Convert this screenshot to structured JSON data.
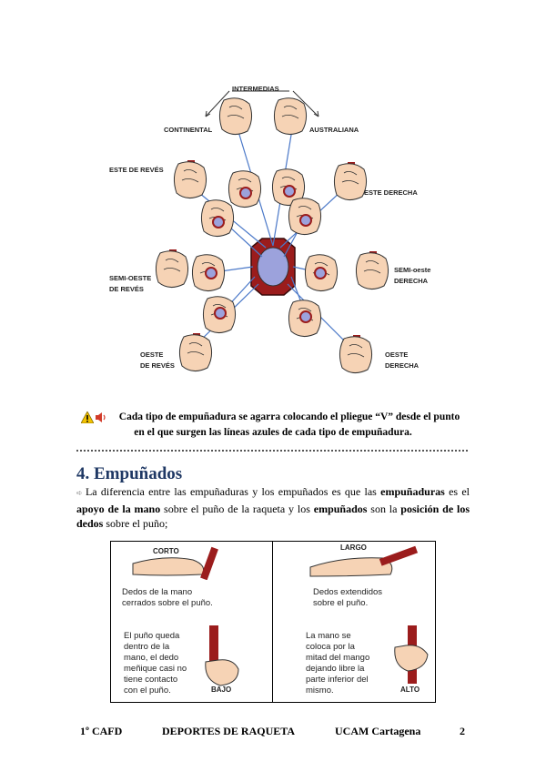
{
  "diagram": {
    "labels": {
      "intermedias": "INTERMEDIAS",
      "continental": "CONTINENTAL",
      "australiana": "AUSTRALIANA",
      "este_reves": "ESTE DE REVÉS",
      "este_derecha": "ESTE DERECHA",
      "semi_oeste_reves_1": "SEMI-OESTE",
      "semi_oeste_reves_2": "DE REVÉS",
      "semi_oeste_derecha_1": "SEMI-oeste",
      "semi_oeste_derecha_2": "DERECHA",
      "oeste_reves_1": "OESTE",
      "oeste_reves_2": "DE REVÉS",
      "oeste_derecha_1": "OESTE",
      "oeste_derecha_2": "DERECHA"
    }
  },
  "note": {
    "line1": "Cada tipo de empuñadura se agarra colocando el pliegue “V” desde el punto",
    "line2": "en el que surgen las líneas azules de cada tipo de empuñadura."
  },
  "section": {
    "title": "4. Empuñados",
    "para": {
      "t1": "La diferencia entre las empuñaduras y los empuñados es que las ",
      "b1": "empuñaduras",
      "t2": " es el ",
      "b2": "apoyo de la mano",
      "t3": " sobre el puño de la raqueta y los ",
      "b3": "empuñados",
      "t4": " son la ",
      "b4": "posición de los dedos",
      "t5": " sobre el puño;"
    }
  },
  "table": {
    "left": {
      "tag_top": "CORTO",
      "text_top_1": "Dedos de la mano",
      "text_top_2": "cerrados sobre el puño.",
      "text_bottom": [
        "El puño queda",
        "dentro de la",
        "mano, el dedo",
        "meñique casi no",
        "tiene contacto",
        "con el puño."
      ],
      "tag_bottom": "BAJO"
    },
    "right": {
      "tag_top": "LARGO",
      "text_top_1": "Dedos extendidos",
      "text_top_2": "sobre el puño.",
      "text_bottom": [
        "La mano se",
        "coloca por la",
        "mitad del mango",
        "dejando libre la",
        "parte inferior del",
        "mismo."
      ],
      "tag_bottom": "ALTO"
    }
  },
  "footer": {
    "course": "1º CAFD",
    "subject": "DEPORTES DE RAQUETA",
    "institution": "UCAM Cartagena",
    "page": "2"
  },
  "colors": {
    "heading": "#1f3864",
    "racket_red": "#9b1c1c",
    "lines_blue": "#4a78c8",
    "skin": "#f6d3b5"
  }
}
